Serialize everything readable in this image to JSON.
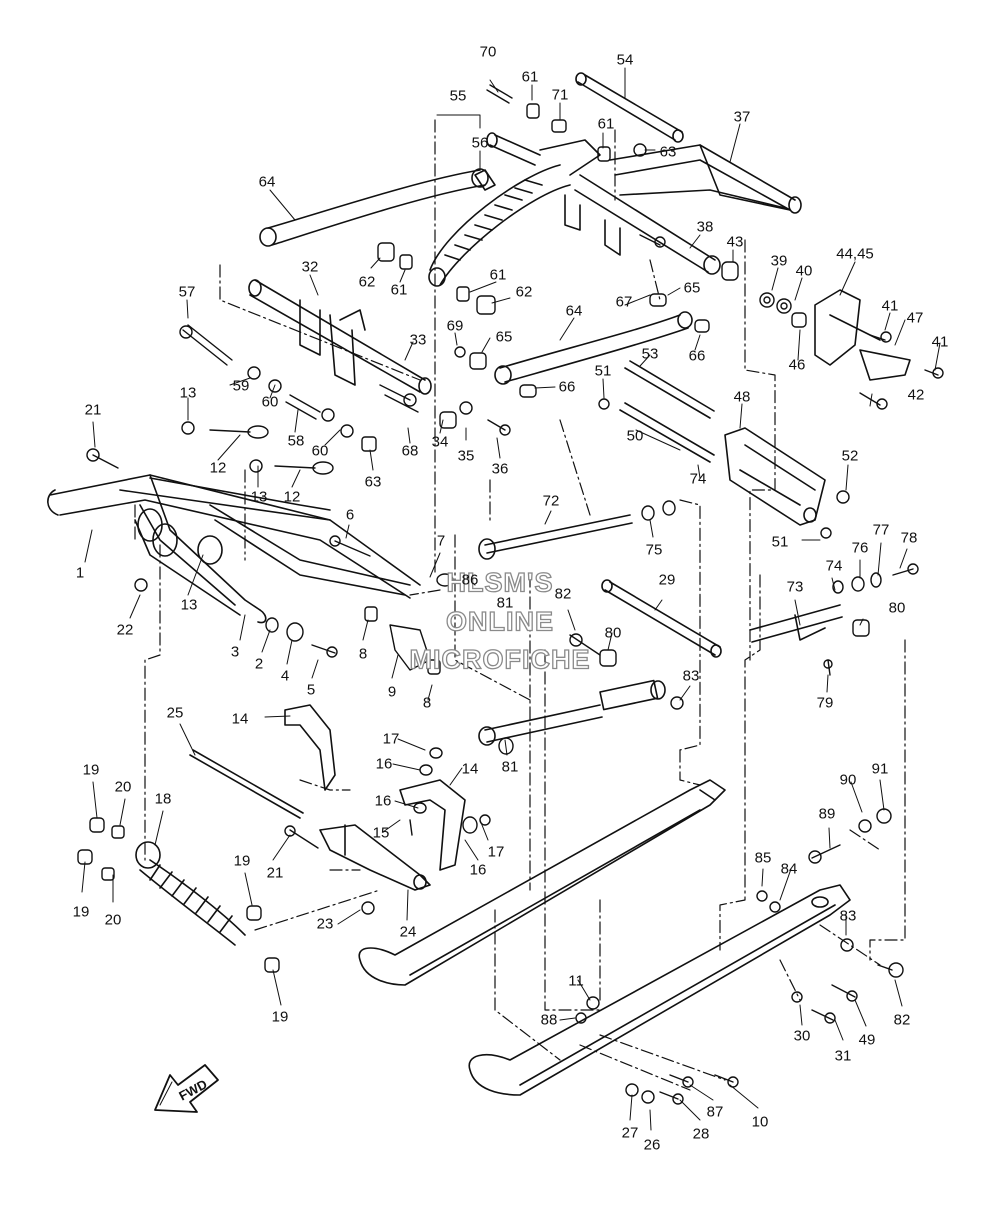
{
  "watermark": {
    "line1": "HLSM'S",
    "line2": "ONLINE",
    "line3": "MICROFICHE"
  },
  "direction_arrow": {
    "label": "FWD"
  },
  "callouts": [
    {
      "id": "c70",
      "text": "70"
    },
    {
      "id": "c61a",
      "text": "61"
    },
    {
      "id": "c54",
      "text": "54"
    },
    {
      "id": "c71",
      "text": "71"
    },
    {
      "id": "c55",
      "text": "55"
    },
    {
      "id": "c61b",
      "text": "61"
    },
    {
      "id": "c63a",
      "text": "63"
    },
    {
      "id": "c37",
      "text": "37"
    },
    {
      "id": "c56",
      "text": "56"
    },
    {
      "id": "c64a",
      "text": "64"
    },
    {
      "id": "c38",
      "text": "38"
    },
    {
      "id": "c43",
      "text": "43"
    },
    {
      "id": "c32",
      "text": "32"
    },
    {
      "id": "c62a",
      "text": "62"
    },
    {
      "id": "c61c",
      "text": "61"
    },
    {
      "id": "c44",
      "text": "44,45"
    },
    {
      "id": "c39",
      "text": "39"
    },
    {
      "id": "c40",
      "text": "40"
    },
    {
      "id": "c61d",
      "text": "61"
    },
    {
      "id": "c62b",
      "text": "62"
    },
    {
      "id": "c57",
      "text": "57"
    },
    {
      "id": "c67",
      "text": "67"
    },
    {
      "id": "c65a",
      "text": "65"
    },
    {
      "id": "c41a",
      "text": "41"
    },
    {
      "id": "c47",
      "text": "47"
    },
    {
      "id": "c64b",
      "text": "64"
    },
    {
      "id": "c69",
      "text": "69"
    },
    {
      "id": "c65b",
      "text": "65"
    },
    {
      "id": "c33",
      "text": "33"
    },
    {
      "id": "c66a",
      "text": "66"
    },
    {
      "id": "c46",
      "text": "46"
    },
    {
      "id": "c41b",
      "text": "41"
    },
    {
      "id": "c53",
      "text": "53"
    },
    {
      "id": "c59",
      "text": "59"
    },
    {
      "id": "c66b",
      "text": "66"
    },
    {
      "id": "c51a",
      "text": "51"
    },
    {
      "id": "c13a",
      "text": "13"
    },
    {
      "id": "c60a",
      "text": "60"
    },
    {
      "id": "c42",
      "text": "42"
    },
    {
      "id": "c21a",
      "text": "21"
    },
    {
      "id": "c58",
      "text": "58"
    },
    {
      "id": "c68",
      "text": "68"
    },
    {
      "id": "c34",
      "text": "34"
    },
    {
      "id": "c35",
      "text": "35"
    },
    {
      "id": "c36",
      "text": "36"
    },
    {
      "id": "c48",
      "text": "48"
    },
    {
      "id": "c60b",
      "text": "60"
    },
    {
      "id": "c12a",
      "text": "12"
    },
    {
      "id": "c63b",
      "text": "63"
    },
    {
      "id": "c50",
      "text": "50"
    },
    {
      "id": "c52",
      "text": "52"
    },
    {
      "id": "c13b",
      "text": "13"
    },
    {
      "id": "c12b",
      "text": "12"
    },
    {
      "id": "c74a",
      "text": "74"
    },
    {
      "id": "c72",
      "text": "72"
    },
    {
      "id": "c6",
      "text": "6"
    },
    {
      "id": "c51b",
      "text": "51"
    },
    {
      "id": "c75",
      "text": "75"
    },
    {
      "id": "c77",
      "text": "77"
    },
    {
      "id": "c78",
      "text": "78"
    },
    {
      "id": "c1",
      "text": "1"
    },
    {
      "id": "c7",
      "text": "7"
    },
    {
      "id": "c76",
      "text": "76"
    },
    {
      "id": "c13c",
      "text": "13"
    },
    {
      "id": "c86",
      "text": "86"
    },
    {
      "id": "c74b",
      "text": "74"
    },
    {
      "id": "c29",
      "text": "29"
    },
    {
      "id": "c81a",
      "text": "81"
    },
    {
      "id": "c82a",
      "text": "82"
    },
    {
      "id": "c22",
      "text": "22"
    },
    {
      "id": "c73",
      "text": "73"
    },
    {
      "id": "c80a",
      "text": "80"
    },
    {
      "id": "c3",
      "text": "3"
    },
    {
      "id": "c2",
      "text": "2"
    },
    {
      "id": "c4",
      "text": "4"
    },
    {
      "id": "c8a",
      "text": "8"
    },
    {
      "id": "c80b",
      "text": "80"
    },
    {
      "id": "c5",
      "text": "5"
    },
    {
      "id": "c9",
      "text": "9"
    },
    {
      "id": "c8b",
      "text": "8"
    },
    {
      "id": "c83a",
      "text": "83"
    },
    {
      "id": "c79",
      "text": "79"
    },
    {
      "id": "c25",
      "text": "25"
    },
    {
      "id": "c14a",
      "text": "14"
    },
    {
      "id": "c17a",
      "text": "17"
    },
    {
      "id": "c16a",
      "text": "16"
    },
    {
      "id": "c14b",
      "text": "14"
    },
    {
      "id": "c81b",
      "text": "81"
    },
    {
      "id": "c90",
      "text": "90"
    },
    {
      "id": "c91",
      "text": "91"
    },
    {
      "id": "c19a",
      "text": "19"
    },
    {
      "id": "c20a",
      "text": "20"
    },
    {
      "id": "c18",
      "text": "18"
    },
    {
      "id": "c16b",
      "text": "16"
    },
    {
      "id": "c89",
      "text": "89"
    },
    {
      "id": "c15",
      "text": "15"
    },
    {
      "id": "c17b",
      "text": "17"
    },
    {
      "id": "c85",
      "text": "85"
    },
    {
      "id": "c84",
      "text": "84"
    },
    {
      "id": "c21b",
      "text": "21"
    },
    {
      "id": "c16c",
      "text": "16"
    },
    {
      "id": "c19b",
      "text": "19"
    },
    {
      "id": "c19c",
      "text": "19"
    },
    {
      "id": "c20b",
      "text": "20"
    },
    {
      "id": "c23",
      "text": "23"
    },
    {
      "id": "c24",
      "text": "24"
    },
    {
      "id": "c83b",
      "text": "83"
    },
    {
      "id": "c11",
      "text": "11"
    },
    {
      "id": "c19d",
      "text": "19"
    },
    {
      "id": "c88",
      "text": "88"
    },
    {
      "id": "c30",
      "text": "30"
    },
    {
      "id": "c82b",
      "text": "82"
    },
    {
      "id": "c49",
      "text": "49"
    },
    {
      "id": "c31",
      "text": "31"
    },
    {
      "id": "c87",
      "text": "87"
    },
    {
      "id": "c10",
      "text": "10"
    },
    {
      "id": "c27",
      "text": "27"
    },
    {
      "id": "c26",
      "text": "26"
    },
    {
      "id": "c28",
      "text": "28"
    }
  ]
}
